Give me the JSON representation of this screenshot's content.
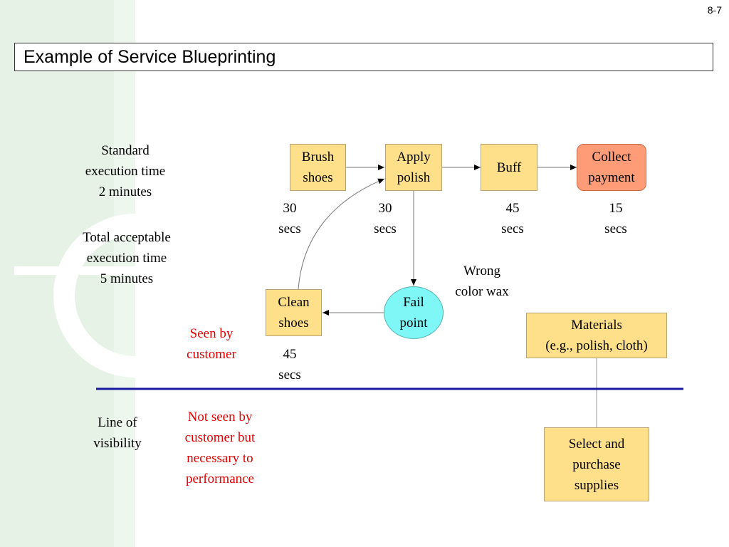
{
  "slide_number": "8-7",
  "title": "Example of Service Blueprinting",
  "left_notes": {
    "standard": "Standard\nexecution time\n2 minutes",
    "total": "Total acceptable\nexecution time\n5 minutes",
    "line_of_visibility": "Line of\nvisibility"
  },
  "visibility_labels": {
    "seen": "Seen by\ncustomer",
    "not_seen": "Not seen by\ncustomer but\nnecessary to\nperformance"
  },
  "steps": {
    "brush": "Brush\nshoes",
    "apply": "Apply\npolish",
    "buff": "Buff",
    "collect": "Collect\npayment",
    "clean": "Clean\nshoes",
    "fail": "Fail\npoint",
    "materials": "Materials\n(e.g., polish, cloth)",
    "select": "Select and\npurchase\nsupplies"
  },
  "times": {
    "brush": "30\nsecs",
    "apply": "30\nsecs",
    "buff": "45\nsecs",
    "collect": "15\nsecs",
    "clean": "45\nsecs"
  },
  "fail_note": "Wrong\ncolor wax",
  "colors": {
    "box_fill": "#ffe08a",
    "payment_fill": "#ff9c78",
    "fail_fill": "#7ff7f7",
    "visibility_line": "#1a1aa0",
    "red_text": "#e00000",
    "background_band": "#e6f2e6"
  }
}
